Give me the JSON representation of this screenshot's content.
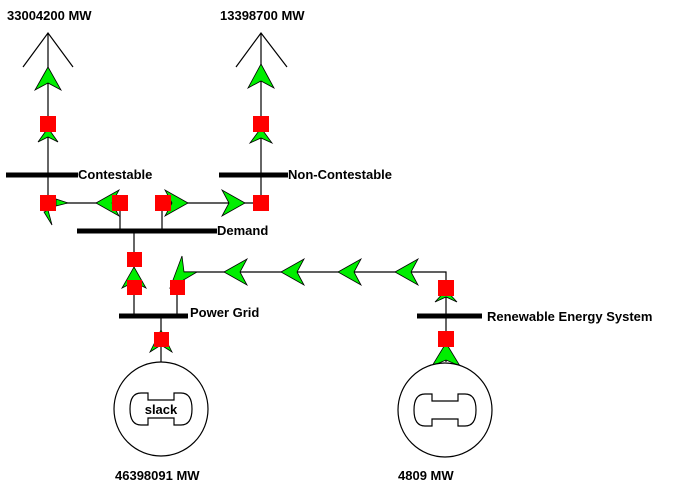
{
  "title": "Power flow one-line diagram",
  "colors": {
    "breaker": "#ff0000",
    "flow_arrow": "#00ee00",
    "bus": "#000000",
    "background": "#ffffff"
  },
  "buses": [
    {
      "id": "contestable",
      "label": "Contestable"
    },
    {
      "id": "non_contestable",
      "label": "Non-Contestable"
    },
    {
      "id": "demand",
      "label": "Demand"
    },
    {
      "id": "power_grid",
      "label": "Power Grid"
    },
    {
      "id": "renewable",
      "label": "Renewable Energy System"
    }
  ],
  "loads": [
    {
      "id": "load_contestable",
      "bus": "contestable",
      "value_label": "33004200 MW"
    },
    {
      "id": "load_non_contestable",
      "bus": "non_contestable",
      "value_label": "13398700 MW"
    }
  ],
  "generators": [
    {
      "id": "gen_slack",
      "bus": "power_grid",
      "symbol_text": "slack",
      "value_label": "46398091 MW"
    },
    {
      "id": "gen_renewable",
      "bus": "renewable",
      "symbol_text": "",
      "value_label": "4809 MW"
    }
  ],
  "lines": [
    {
      "from": "demand",
      "to": "contestable",
      "flow_direction": "to-contestable"
    },
    {
      "from": "demand",
      "to": "non_contestable",
      "flow_direction": "to-non-contestable"
    },
    {
      "from": "power_grid",
      "to": "demand",
      "flow_direction": "to-demand"
    },
    {
      "from": "renewable",
      "to": "power_grid",
      "flow_direction": "to-power-grid"
    }
  ]
}
